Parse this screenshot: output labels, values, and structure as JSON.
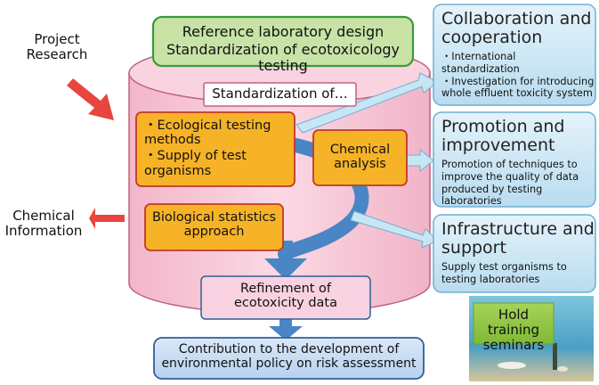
{
  "left": {
    "project_research": "Project\nResearch",
    "chemical_information": "Chemical\nInformation"
  },
  "reference_box": {
    "line1": "Reference laboratory design",
    "line2": "Standardization of ecotoxicology testing"
  },
  "standardization_label": "Standardization of…",
  "orange_boxes": {
    "ecological": [
      "・Ecological testing methods",
      "・Supply of test organisms"
    ],
    "chemical_analysis": "Chemical\nanalysis",
    "biological": "Biological statistics\napproach"
  },
  "refinement": "Refinement of\necotoxicity data",
  "contribution": "Contribution to the development of\nenvironmental policy on risk assessment",
  "panels": [
    {
      "title": "Collaboration and\ncooperation",
      "items": [
        "・International standardization",
        "・Investigation for introducing\n  whole effluent toxicity system"
      ]
    },
    {
      "title": "Promotion and\nimprovement",
      "items": [
        "Promotion of techniques to\nimprove the quality of data\nproduced by testing laboratories"
      ]
    },
    {
      "title": "Infrastructure and\nsupport",
      "items": [
        "Supply test organisms to\ntesting laboratories"
      ]
    }
  ],
  "training": "Hold training\nseminars",
  "colors": {
    "cylinder": "#f7c9d8",
    "orange_box": "#f6b327",
    "green_box": "#8cc63f",
    "panel": "#c9e6f5",
    "arrow_blue": "#4a86c5",
    "arrow_red": "#e8453c"
  }
}
